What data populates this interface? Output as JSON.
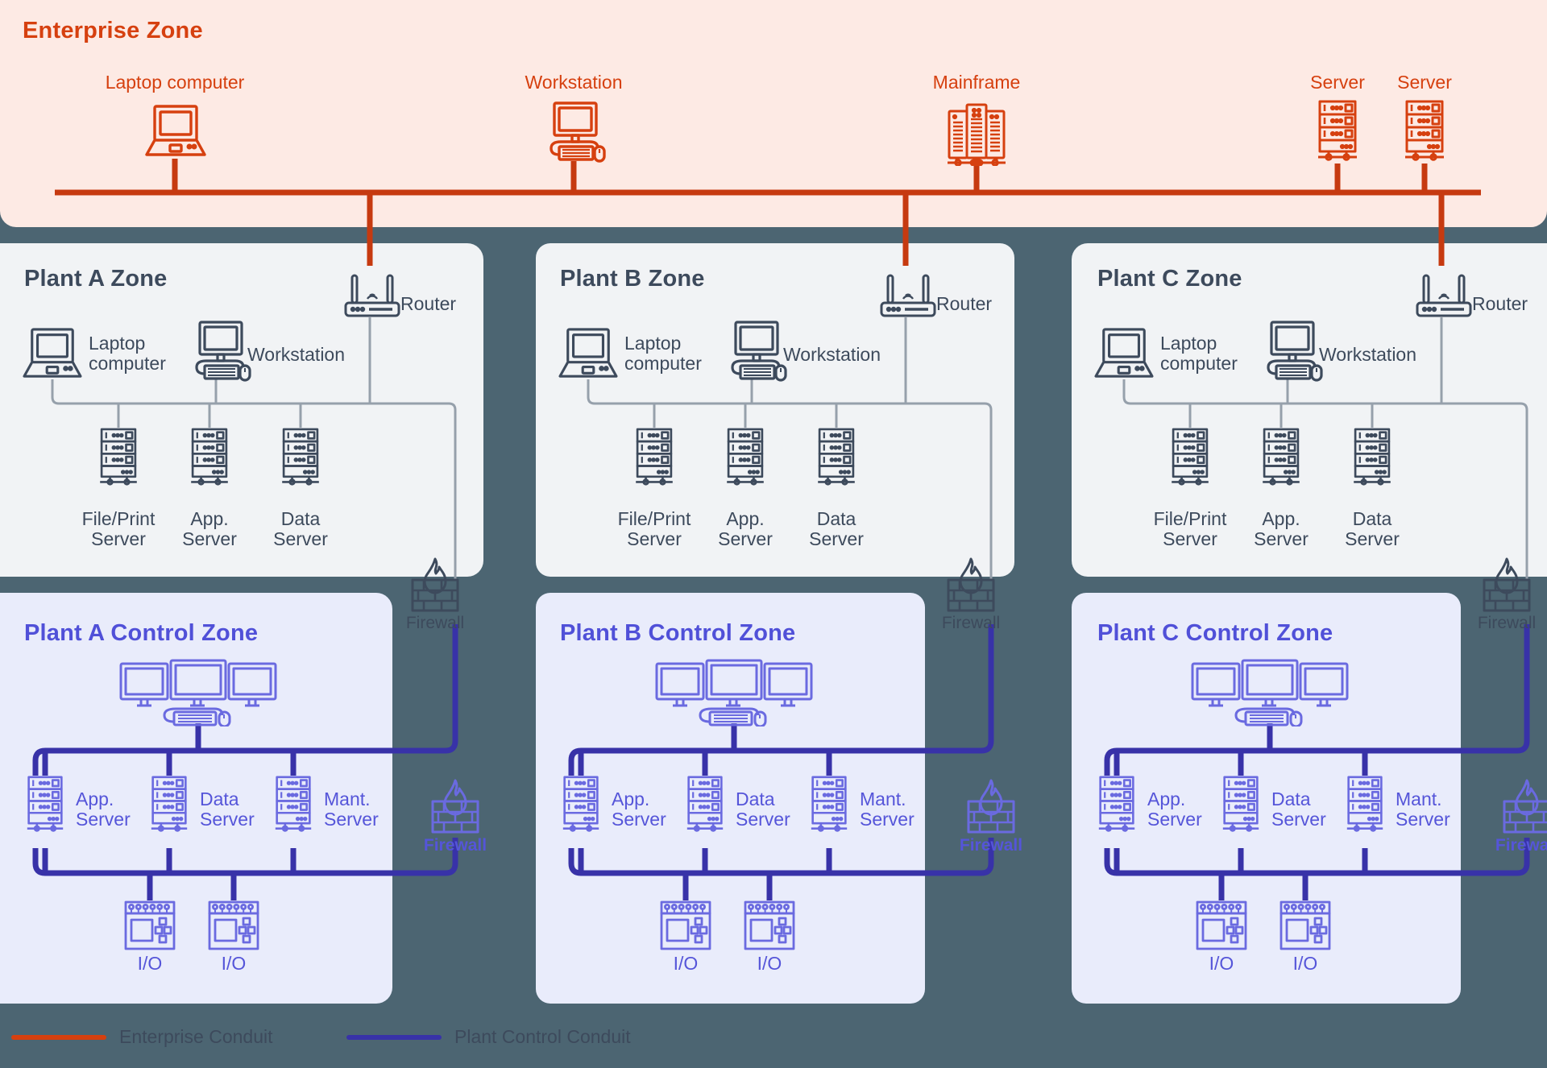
{
  "colors": {
    "page_background": "#4c6572",
    "enterprise_zone_bg": "#fdeae4",
    "enterprise_accent": "#d6400f",
    "plant_zone_bg": "#f1f3f5",
    "plant_accent": "#3d4a5c",
    "control_zone_bg": "#e9ecfb",
    "control_accent": "#5555d9",
    "control_conduit": "#3832a8"
  },
  "enterprise": {
    "title": "Enterprise Zone",
    "devices": [
      {
        "label": "Laptop computer",
        "icon": "laptop-icon"
      },
      {
        "label": "Workstation",
        "icon": "workstation-icon"
      },
      {
        "label": "Mainframe",
        "icon": "mainframe-icon"
      },
      {
        "label": "Server",
        "icon": "server-icon"
      },
      {
        "label": "Server",
        "icon": "server-icon"
      }
    ]
  },
  "plant_zones": [
    {
      "title": "Plant A Zone",
      "router": {
        "label": "Router",
        "icon": "router-icon"
      },
      "laptop": {
        "label": "Laptop\ncomputer",
        "icon": "laptop-icon"
      },
      "workstation": {
        "label": "Workstation",
        "icon": "workstation-icon"
      },
      "servers": [
        {
          "label": "File/Print\nServer",
          "icon": "server-icon"
        },
        {
          "label": "App.\nServer",
          "icon": "server-icon"
        },
        {
          "label": "Data\nServer",
          "icon": "server-icon"
        }
      ],
      "firewall": {
        "label": "Firewall",
        "icon": "firewall-icon"
      }
    },
    {
      "title": "Plant B Zone",
      "router": {
        "label": "Router",
        "icon": "router-icon"
      },
      "laptop": {
        "label": "Laptop\ncomputer",
        "icon": "laptop-icon"
      },
      "workstation": {
        "label": "Workstation",
        "icon": "workstation-icon"
      },
      "servers": [
        {
          "label": "File/Print\nServer",
          "icon": "server-icon"
        },
        {
          "label": "App.\nServer",
          "icon": "server-icon"
        },
        {
          "label": "Data\nServer",
          "icon": "server-icon"
        }
      ],
      "firewall": {
        "label": "Firewall",
        "icon": "firewall-icon"
      }
    },
    {
      "title": "Plant C Zone",
      "router": {
        "label": "Router",
        "icon": "router-icon"
      },
      "laptop": {
        "label": "Laptop\ncomputer",
        "icon": "laptop-icon"
      },
      "workstation": {
        "label": "Workstation",
        "icon": "workstation-icon"
      },
      "servers": [
        {
          "label": "File/Print\nServer",
          "icon": "server-icon"
        },
        {
          "label": "App.\nServer",
          "icon": "server-icon"
        },
        {
          "label": "Data\nServer",
          "icon": "server-icon"
        }
      ],
      "firewall": {
        "label": "Firewall",
        "icon": "firewall-icon"
      }
    }
  ],
  "control_zones": [
    {
      "title": "Plant A Control Zone",
      "hmi": {
        "icon": "multi-monitor-workstation-icon"
      },
      "servers": [
        {
          "label": "App.\nServer",
          "icon": "server-icon"
        },
        {
          "label": "Data\nServer",
          "icon": "server-icon"
        },
        {
          "label": "Mant.\nServer",
          "icon": "server-icon"
        }
      ],
      "io": [
        {
          "label": "I/O",
          "icon": "io-module-icon"
        },
        {
          "label": "I/O",
          "icon": "io-module-icon"
        }
      ],
      "firewall": {
        "label": "Firewall",
        "icon": "firewall-icon"
      }
    },
    {
      "title": "Plant B Control Zone",
      "hmi": {
        "icon": "multi-monitor-workstation-icon"
      },
      "servers": [
        {
          "label": "App.\nServer",
          "icon": "server-icon"
        },
        {
          "label": "Data\nServer",
          "icon": "server-icon"
        },
        {
          "label": "Mant.\nServer",
          "icon": "server-icon"
        }
      ],
      "io": [
        {
          "label": "I/O",
          "icon": "io-module-icon"
        },
        {
          "label": "I/O",
          "icon": "io-module-icon"
        }
      ],
      "firewall": {
        "label": "Firewall",
        "icon": "firewall-icon"
      }
    },
    {
      "title": "Plant C Control Zone",
      "hmi": {
        "icon": "multi-monitor-workstation-icon"
      },
      "servers": [
        {
          "label": "App.\nServer",
          "icon": "server-icon"
        },
        {
          "label": "Data\nServer",
          "icon": "server-icon"
        },
        {
          "label": "Mant.\nServer",
          "icon": "server-icon"
        }
      ],
      "io": [
        {
          "label": "I/O",
          "icon": "io-module-icon"
        },
        {
          "label": "I/O",
          "icon": "io-module-icon"
        }
      ],
      "firewall": {
        "label": "Firewall",
        "icon": "firewall-icon"
      }
    }
  ],
  "legend": [
    {
      "label": "Enterprise Conduit",
      "color": "#d6400f"
    },
    {
      "label": "Plant Control Conduit",
      "color": "#3832a8"
    }
  ]
}
